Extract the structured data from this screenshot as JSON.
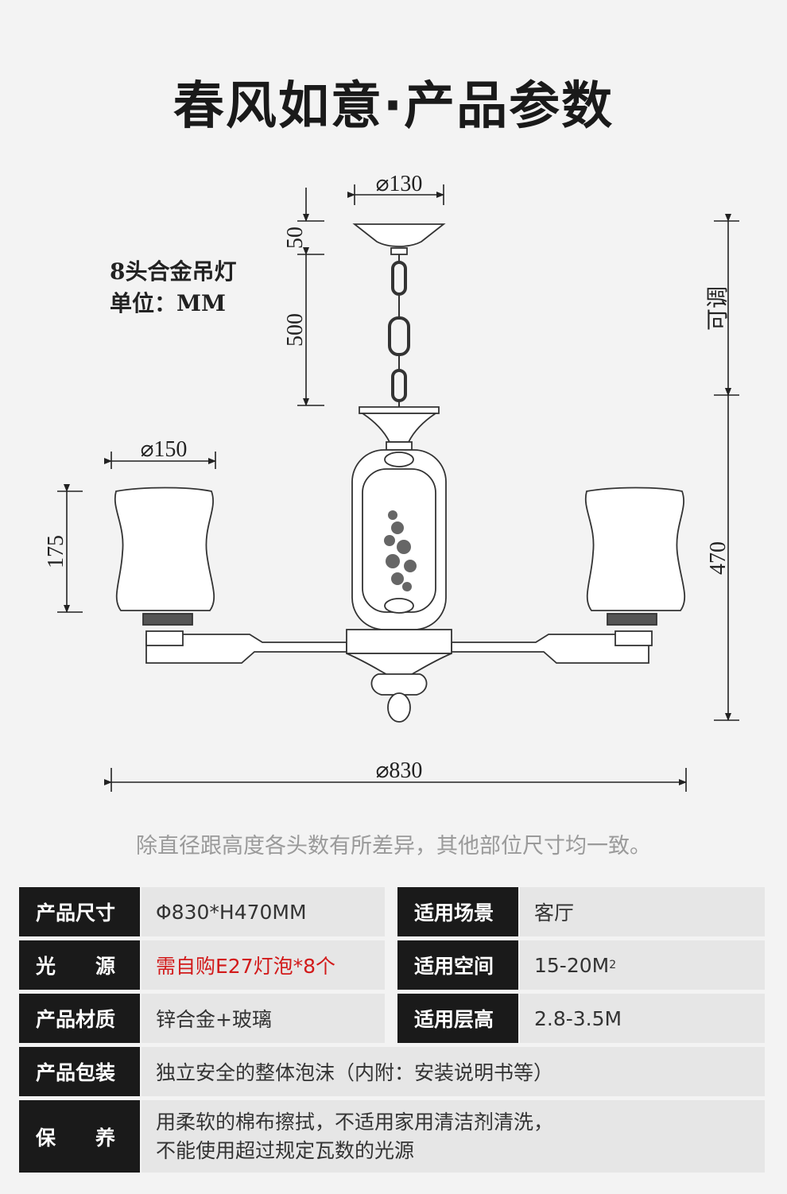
{
  "title": "春风如意·产品参数",
  "drawing": {
    "model_line1": "8头合金吊灯",
    "model_line2": "单位：MM",
    "dims": {
      "canopy": "⌀130",
      "canopy_h": "50",
      "chain_len": "500",
      "shade_w": "⌀150",
      "shade_h": "175",
      "total_w": "⌀830",
      "total_h": "470",
      "adjustable": "可调"
    }
  },
  "note": "除直径跟高度各头数有所差异，其他部位尺寸均一致。",
  "specs": {
    "size_label": "产品尺寸",
    "size_value": "Φ830*H470MM",
    "scene_label": "适用场景",
    "scene_value": "客厅",
    "light_label": "光　　源",
    "light_value": "需自购E27灯泡*8个",
    "space_label": "适用空间",
    "space_value": "15-20M",
    "space_sup": "2",
    "material_label": "产品材质",
    "material_value": "锌合金+玻璃",
    "floor_label": "适用层高",
    "floor_value": "2.8-3.5M",
    "pack_label": "产品包装",
    "pack_value": "独立安全的整体泡沫（内附：安装说明书等）",
    "care_label": "保　　养",
    "care_line1": "用柔软的棉布擦拭，不适用家用清洁剂清洗，",
    "care_line2": "不能使用超过规定瓦数的光源"
  }
}
